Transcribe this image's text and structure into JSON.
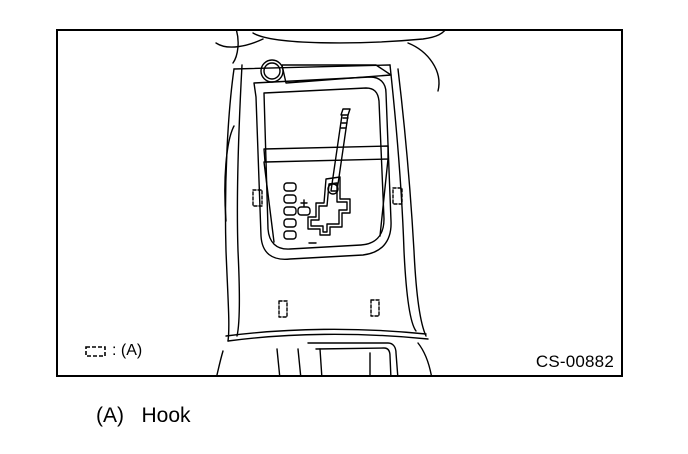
{
  "figure": {
    "legend_symbol": "hook-symbol",
    "legend_label": ": (A)",
    "figure_code": "CS-00882"
  },
  "caption": {
    "key": "(A)",
    "text": "Hook"
  }
}
